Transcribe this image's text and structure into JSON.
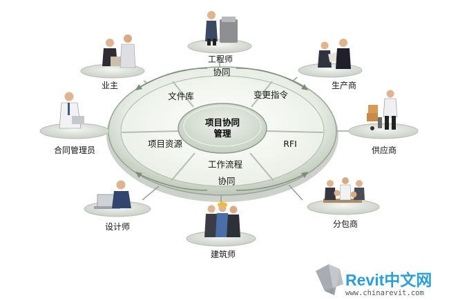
{
  "diagram": {
    "center_line1": "项目协同",
    "center_line2": "管理",
    "sector_labels": {
      "top": "协同",
      "bottom": "协同",
      "document_library": "文件库",
      "change_order": "变更指令",
      "project_resources": "项目资源",
      "rfi": "RFI",
      "workflow": "工作流程"
    },
    "roles": {
      "engineer": "工程师",
      "owner": "业主",
      "manufacturer": "生产商",
      "contract_manager": "合同管理员",
      "supplier": "供应商",
      "designer": "设计师",
      "subcontractor": "分包商",
      "architect": "建筑师"
    }
  },
  "watermark": {
    "brand": "Revit中文网",
    "url": "www.chinarevit.com"
  },
  "colors": {
    "ring_light": "#eef2ea",
    "ring_dark": "#a9b6a6",
    "hub": "#d4dccf",
    "platform": "#e4e8e2",
    "accent_blue": "#2c9ed9",
    "icon_gray": "#a9acb2"
  }
}
